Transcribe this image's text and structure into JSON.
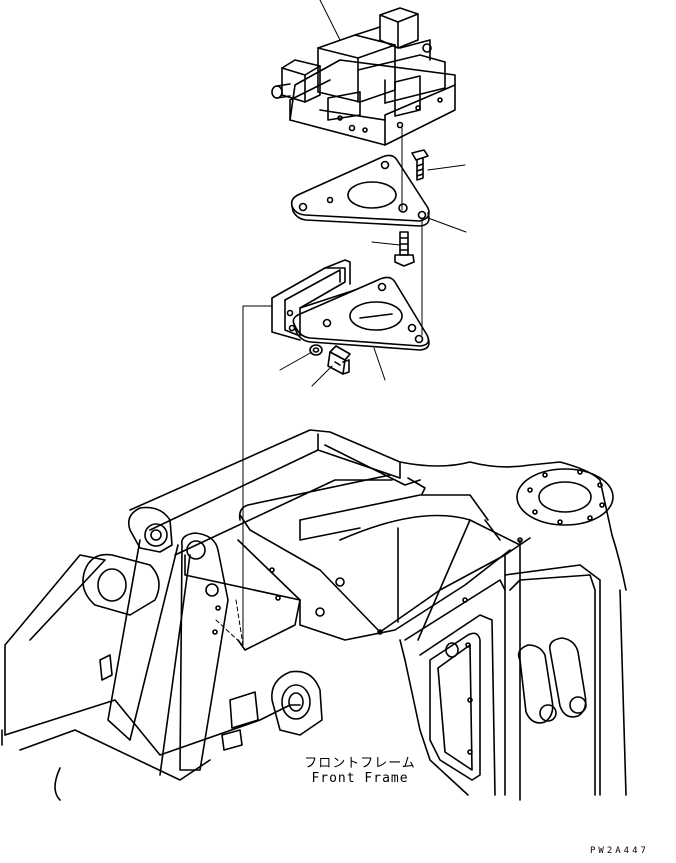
{
  "labels": {
    "part_name_jp": "フロントフレーム",
    "part_name_en": "Front Frame",
    "drawing_code": "PW2A447"
  },
  "callouts": [
    {
      "id": "valve-block-callout"
    },
    {
      "id": "upper-bolt-callout"
    },
    {
      "id": "upper-plate-callout"
    },
    {
      "id": "middle-bolt-callout"
    },
    {
      "id": "washer-callout"
    },
    {
      "id": "lower-bolt-callout"
    },
    {
      "id": "lower-plate-callout"
    }
  ],
  "style": {
    "line_color": "#000000",
    "background": "#ffffff"
  }
}
